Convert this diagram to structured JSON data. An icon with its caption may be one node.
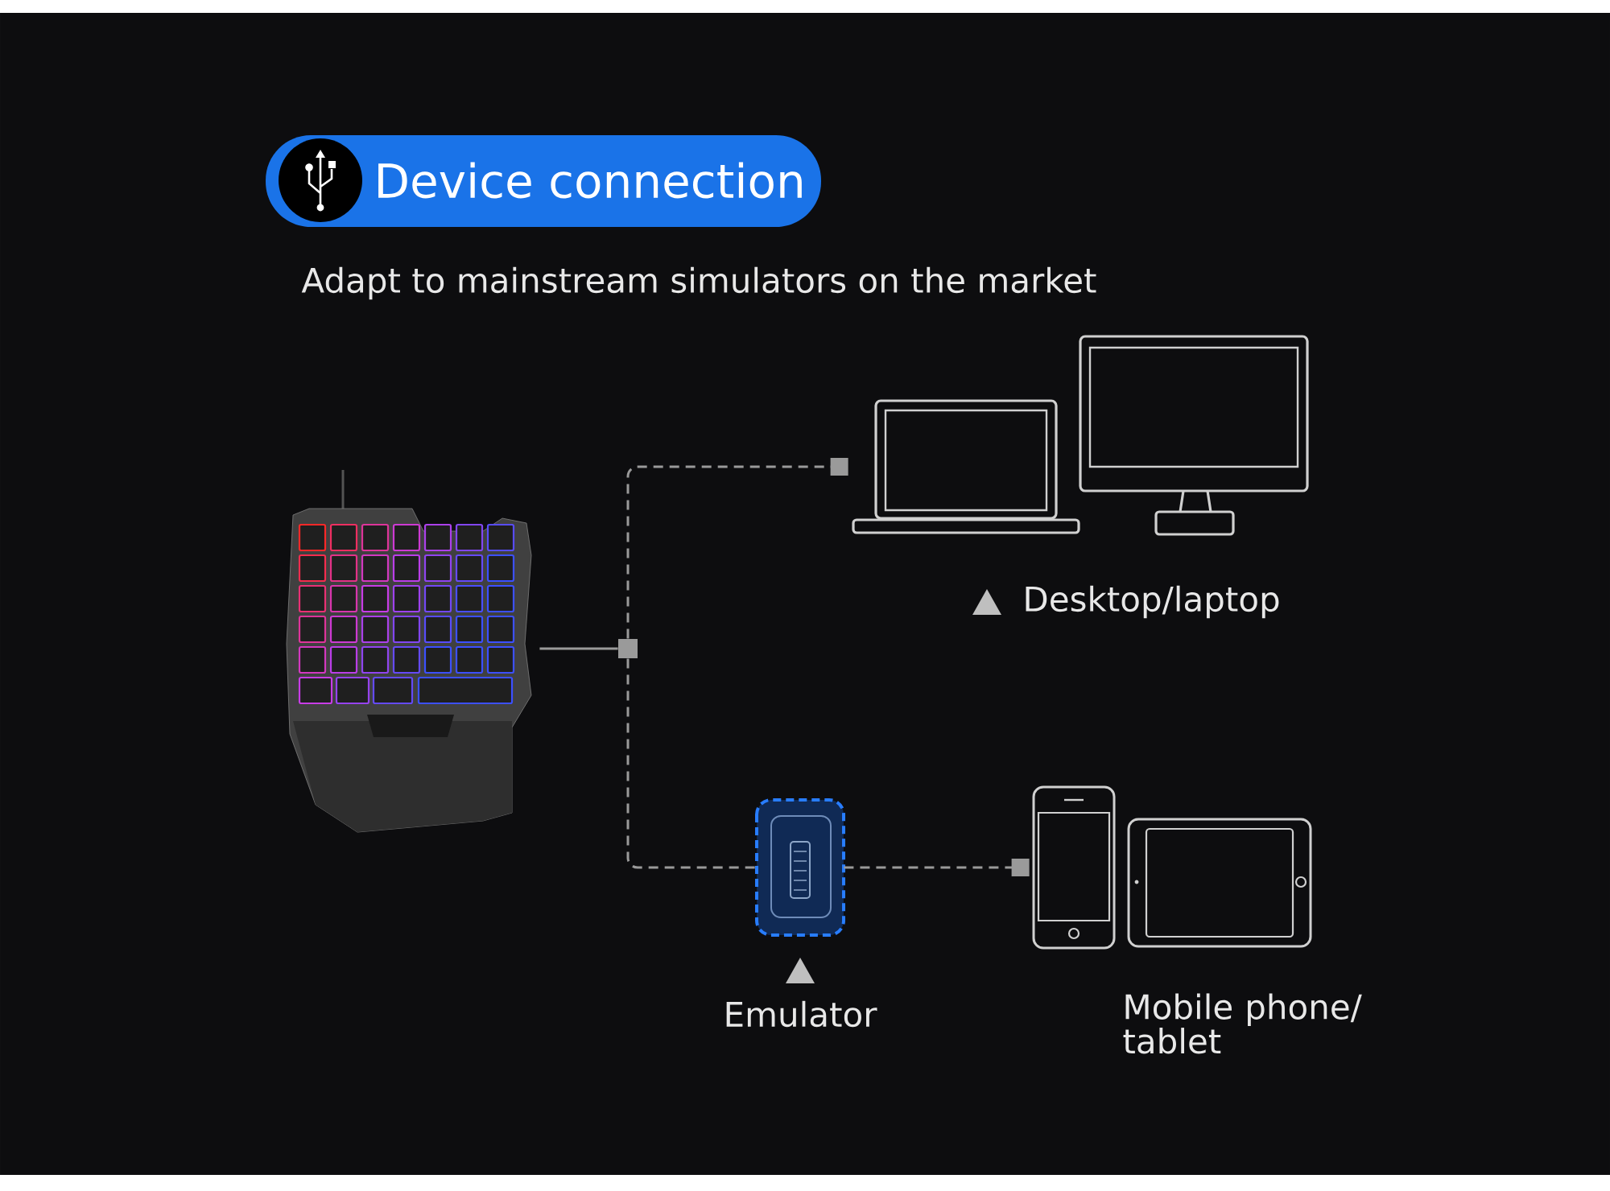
{
  "diagram": {
    "title": "Device connection",
    "nodes": [
      {
        "text": [],
        "shape": "picture"
      },
      {
        "text": [],
        "shape": "box"
      },
      {
        "text": [],
        "shape": "picture",
        "beside": [
          "Desktop/laptop"
        ]
      },
      {
        "text": [],
        "shape": "picture",
        "beside": [
          "Emulator"
        ]
      },
      {
        "text": [],
        "shape": "picture",
        "beside": [
          "Mobile phone/ tablet"
        ]
      }
    ],
    "edges": [
      {
        "from": 0,
        "to": 1,
        "arrow": "none"
      },
      {
        "from": 1,
        "to": 2,
        "arrow": "other",
        "style": "dashed"
      },
      {
        "from": 1,
        "to": 3,
        "arrow": "none",
        "style": "dashed"
      },
      {
        "from": 3,
        "to": 4,
        "arrow": "other",
        "style": "dashed"
      }
    ],
    "labels": [
      "Adapt to mainstream simulators on the market"
    ]
  }
}
